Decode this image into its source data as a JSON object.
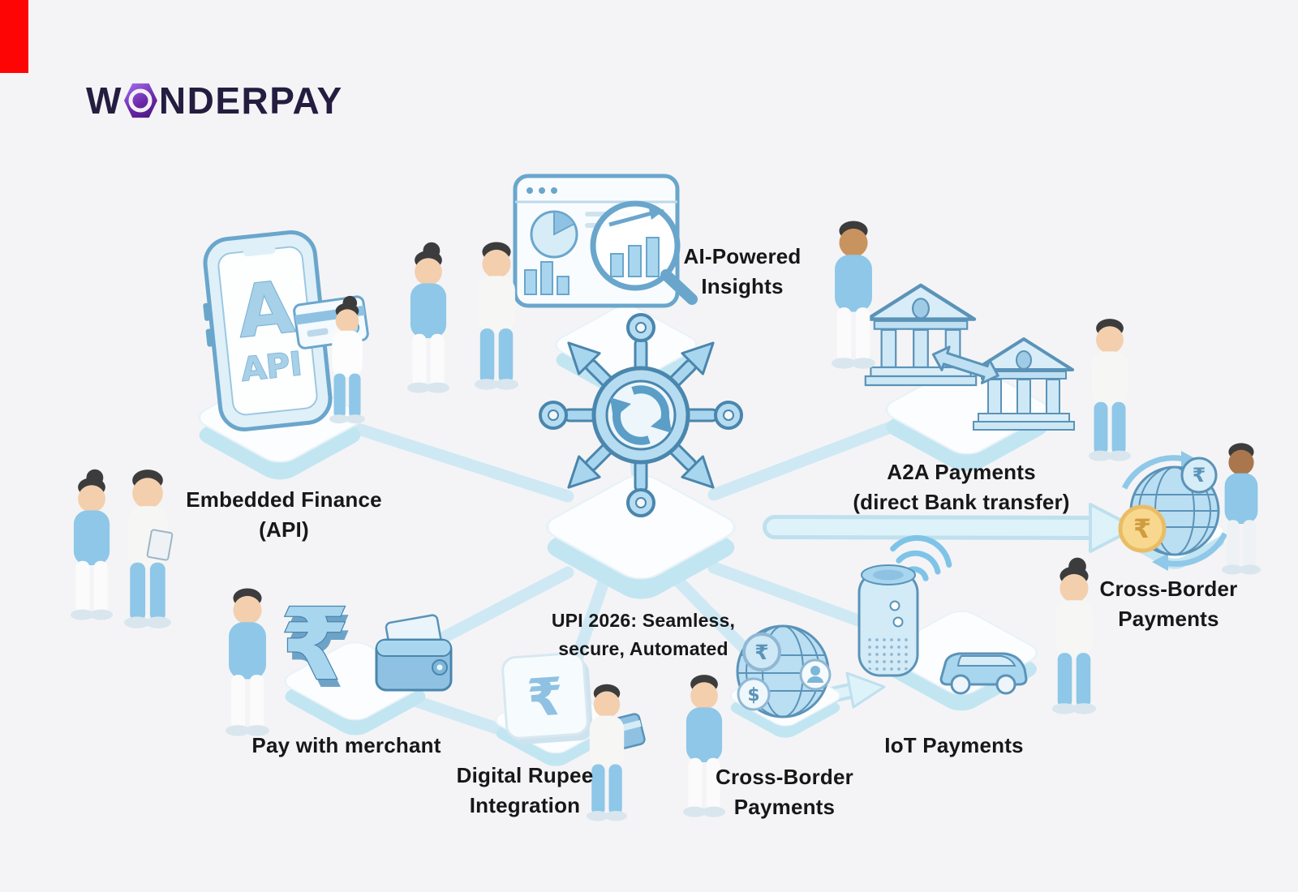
{
  "page": {
    "background": "#f4f4f6"
  },
  "corner_mark": {
    "color": "#fe0505"
  },
  "logo": {
    "part1": "W",
    "part2": "NDER",
    "part3": "PAY"
  },
  "center": {
    "line1": "UPI 2026: Seamless,",
    "line2": "secure, Automated"
  },
  "nodes": {
    "embedded_finance": {
      "line1": "Embedded Finance",
      "line2": "(API)"
    },
    "ai_insights": {
      "line1": "AI-Powered",
      "line2": "Insights"
    },
    "a2a_payments": {
      "line1": "A2A Payments",
      "line2": "(direct Bank transfer)"
    },
    "cross_border_right": {
      "line1": "Cross-Border",
      "line2": "Payments"
    },
    "iot_payments": {
      "line1": "IoT Payments"
    },
    "cross_border_bottom": {
      "line1": "Cross-Border",
      "line2": "Payments"
    },
    "digital_rupee": {
      "line1": "Digital Rupee",
      "line2": "Integration"
    },
    "pay_with_merchant": {
      "line1": "Pay with merchant"
    }
  },
  "glyphs": {
    "rupee": "₹",
    "dollar": "$",
    "phone_a": "A",
    "phone_api": "API"
  },
  "colors": {
    "illustration_blue": "#a9d6ef",
    "illustration_blue_light": "#d6ecf7",
    "outline_blue": "#4a86ad",
    "platform_edge": "#c2e5f2",
    "connector": "#cfe9f4",
    "coin_gold": "#f8d88f",
    "logo_navy": "#251d40",
    "logo_purple": "#6d28a8",
    "label_text": "#171717"
  }
}
